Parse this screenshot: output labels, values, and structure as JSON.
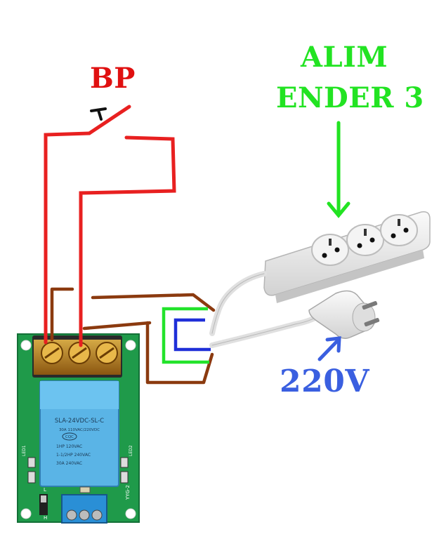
{
  "labels": {
    "push_button": "BP",
    "power_line1": "ALIM",
    "power_line2": "ENDER 3",
    "mains_voltage": "220V"
  },
  "relay": {
    "model": "SLA-24VDC-SL-C",
    "rating1": "30A 110VAC/220VDC",
    "rating2": "1HP 120VAC",
    "rating3": "1-1/2HP 240VAC",
    "rating4": "30A 240VAC",
    "cert": "CQC",
    "board_code": "YYG-2",
    "led1": "LED1",
    "led2": "LED2",
    "pin_l": "L",
    "pin_h": "H"
  },
  "colors": {
    "wire_red": "#e82020",
    "wire_brown": "#8b3a0f",
    "wire_green": "#23e32b",
    "wire_blue": "#1f2fd8",
    "text_red": "#e01010",
    "text_green": "#22e322",
    "text_blue": "#3a5fe0",
    "pcb_green": "#1f9a4a",
    "relay_blue": "#5ab4e6",
    "terminal_brass": "#c98a1a",
    "power_strip": "#ececec"
  }
}
